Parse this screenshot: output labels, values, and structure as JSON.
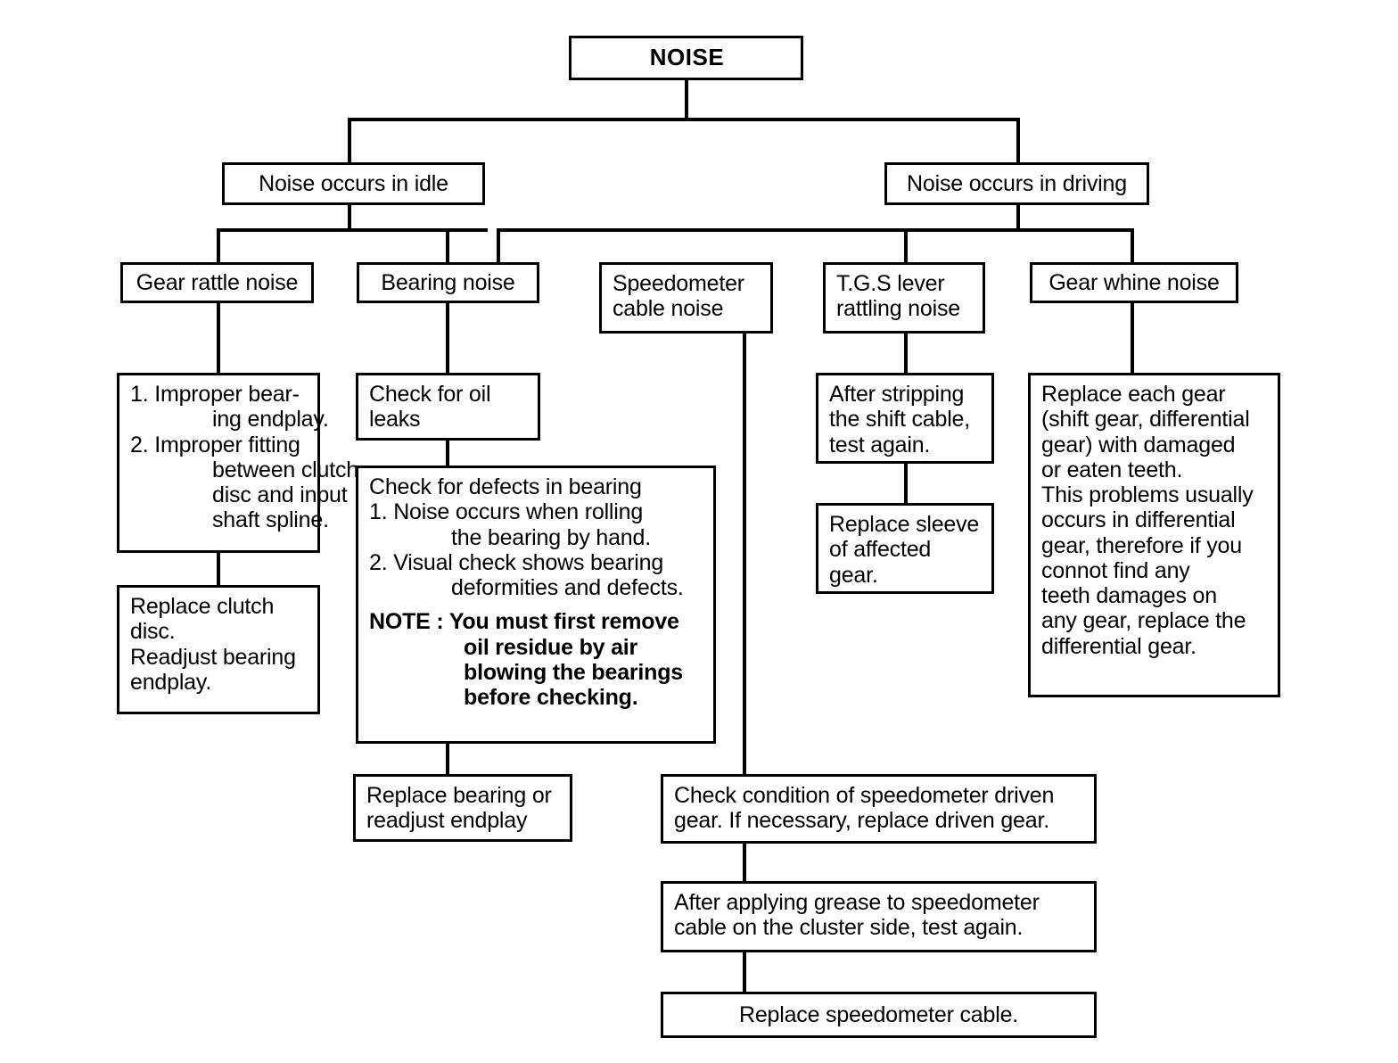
{
  "diagram": {
    "title": "NOISE",
    "root": {
      "label": "NOISE"
    },
    "level2": {
      "idle": {
        "label": "Noise occurs in idle"
      },
      "driving": {
        "label": "Noise occurs in driving"
      }
    },
    "level3": {
      "gear_rattle": {
        "label": "Gear rattle noise"
      },
      "bearing": {
        "label": "Bearing noise"
      },
      "speedometer": {
        "line1": "Speedometer",
        "line2": "cable noise"
      },
      "tgs": {
        "line1": "T.G.S lever",
        "line2": "rattling noise"
      },
      "gear_whine": {
        "label": "Gear whine noise"
      }
    },
    "gear_rattle_causes": {
      "l1": "1. Improper bear-",
      "l2": "ing endplay.",
      "l3": "2. Improper fitting",
      "l4": "between clutch",
      "l5": "disc and input",
      "l6": "shaft spline."
    },
    "gear_rattle_action": {
      "l1": "Replace clutch",
      "l2": "disc.",
      "l3": "Readjust bearing",
      "l4": "endplay."
    },
    "bearing_oil": {
      "l1": "Check for oil",
      "l2": "leaks"
    },
    "bearing_defects": {
      "l1": "Check for defects in bearing",
      "l2": "1. Noise occurs when rolling",
      "l3": "the bearing by hand.",
      "l4": "2. Visual check shows bearing",
      "l5": "deformities and defects.",
      "note_label": "NOTE : ",
      "note_l1": "You must first remove",
      "note_l2": "oil residue by air",
      "note_l3": "blowing the bearings",
      "note_l4": "before checking."
    },
    "bearing_action": {
      "l1": "Replace bearing or",
      "l2": "readjust endplay"
    },
    "tgs_step1": {
      "l1": "After stripping",
      "l2": "the shift cable,",
      "l3": "test again."
    },
    "tgs_step2": {
      "l1": "Replace sleeve",
      "l2": "of affected",
      "l3": "gear."
    },
    "gear_whine_action": {
      "l1": "Replace each gear",
      "l2": "(shift gear, differential",
      "l3": "gear) with damaged",
      "l4": "or eaten teeth.",
      "l5": "This problems usually",
      "l6": "occurs in differential",
      "l7": "gear, therefore if you",
      "l8": "connot find any",
      "l9": "teeth damages on",
      "l10": "any gear, replace the",
      "l11": "differential gear."
    },
    "speedo_step1": {
      "l1": "Check condition of speedometer driven",
      "l2": "gear. If necessary, replace driven gear."
    },
    "speedo_step2": {
      "l1": "After applying grease to speedometer",
      "l2": "cable on the cluster side, test again."
    },
    "speedo_step3": {
      "l1": "Replace speedometer cable."
    },
    "colors": {
      "line": "#000000",
      "background": "#ffffff",
      "text": "#000000"
    }
  }
}
